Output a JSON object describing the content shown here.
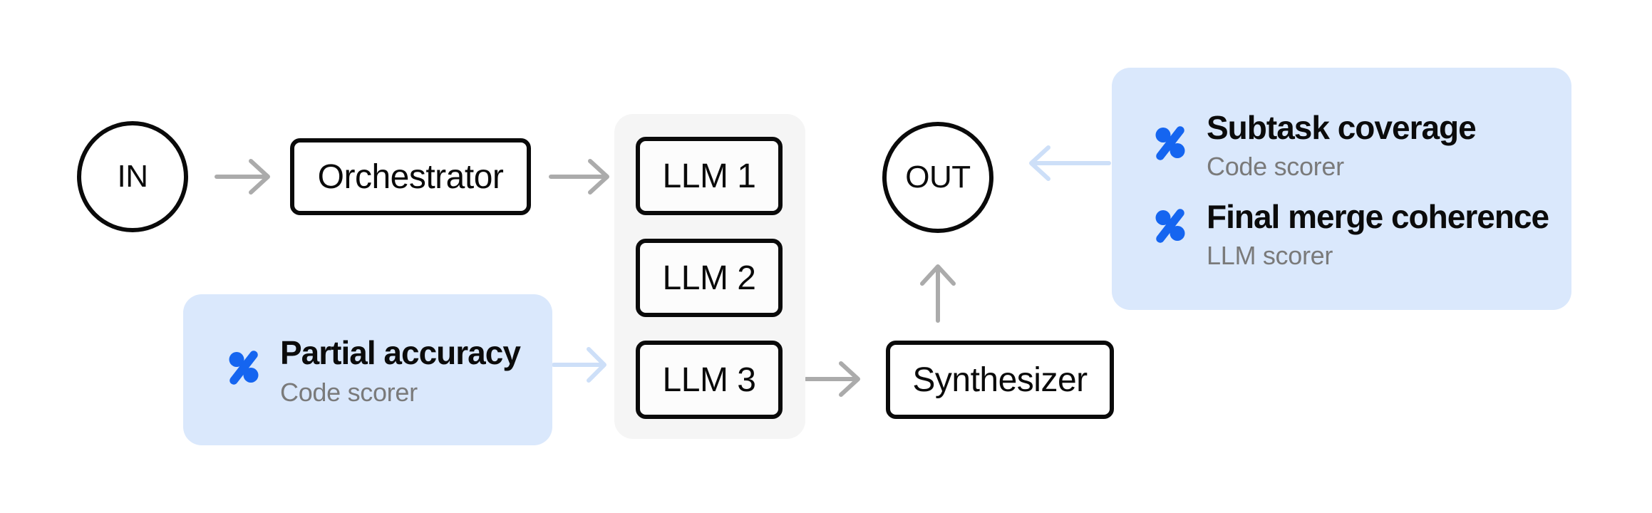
{
  "diagram": {
    "nodes": {
      "in": {
        "label": "IN",
        "shape": "circle"
      },
      "orchestrator": {
        "label": "Orchestrator",
        "shape": "rect"
      },
      "llm1": {
        "label": "LLM 1",
        "shape": "rect"
      },
      "llm2": {
        "label": "LLM 2",
        "shape": "rect"
      },
      "llm3": {
        "label": "LLM 3",
        "shape": "rect"
      },
      "synthesizer": {
        "label": "Synthesizer",
        "shape": "rect"
      },
      "out": {
        "label": "OUT",
        "shape": "circle"
      }
    },
    "llm_group": {
      "members": [
        "llm1",
        "llm2",
        "llm3"
      ]
    },
    "callouts": {
      "partial_accuracy": {
        "icon": "percent-scorer-icon",
        "title": "Partial accuracy",
        "subtitle": "Code scorer",
        "points_to": "llm3"
      },
      "output_scorers": {
        "points_to": "out",
        "entries": [
          {
            "icon": "percent-scorer-icon",
            "title": "Subtask coverage",
            "subtitle": "Code scorer"
          },
          {
            "icon": "percent-scorer-icon",
            "title": "Final merge coherence",
            "subtitle": "LLM scorer"
          }
        ]
      }
    },
    "edges": [
      {
        "from": "in",
        "to": "orchestrator",
        "style": "gray"
      },
      {
        "from": "orchestrator",
        "to": "llm-group",
        "style": "gray"
      },
      {
        "from": "llm3",
        "to": "synthesizer",
        "style": "gray"
      },
      {
        "from": "synthesizer",
        "to": "out",
        "style": "gray"
      },
      {
        "from": "partial_accuracy-callout",
        "to": "llm3",
        "style": "light-blue"
      },
      {
        "from": "output_scorers-callout",
        "to": "out",
        "style": "light-blue"
      }
    ],
    "colors": {
      "accent_blue": "#1565f0",
      "callout_bg": "#dae8fc",
      "callout_arrow": "#cddff8",
      "flow_arrow": "#ababab",
      "node_border": "#0a0a0a",
      "group_bg": "#f5f5f5",
      "subtitle_gray": "#7a7a7a",
      "background": "#ffffff"
    }
  }
}
